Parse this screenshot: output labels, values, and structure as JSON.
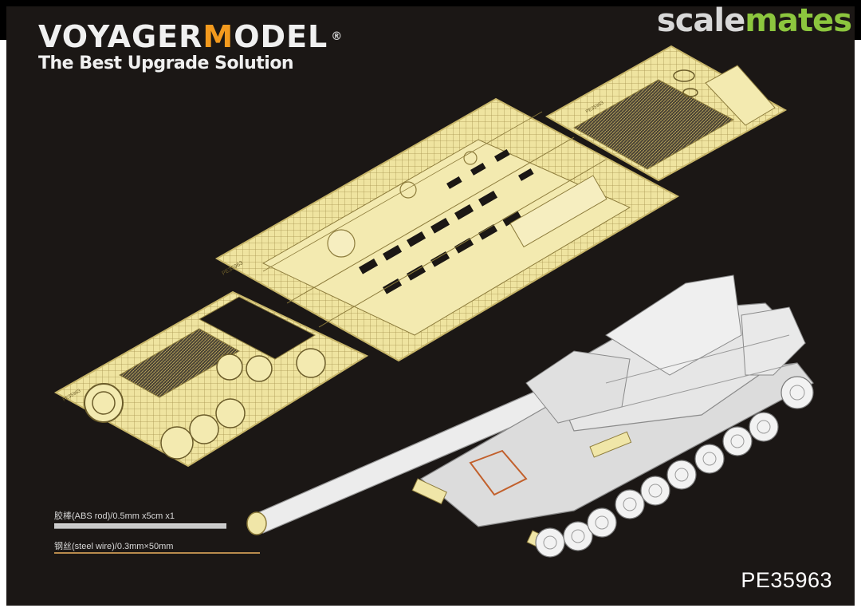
{
  "watermark": {
    "part1": "scale",
    "part2": "mates"
  },
  "brand": {
    "part1": "VOYAGER",
    "part2": "M",
    "part3": "ODEL",
    "reg": "®",
    "tagline": "The Best Upgrade Solution"
  },
  "legend": {
    "rod": "胶棒(ABS rod)/0.5mm x5cm x1",
    "wire": "钢丝(steel wire)/0.3mm×50mm"
  },
  "product_code": "PE35963",
  "colors": {
    "brass": "#efe4a0",
    "brass_dark": "#b9a65a",
    "model": "#e9e9e9",
    "background": "#1b1715",
    "accent_orange": "#f39a1e",
    "accent_green": "#8cc63e"
  },
  "fret_labels": {
    "fret_a": "PE35963",
    "fret_b": "PE35963",
    "fret_c": "PE35963"
  }
}
